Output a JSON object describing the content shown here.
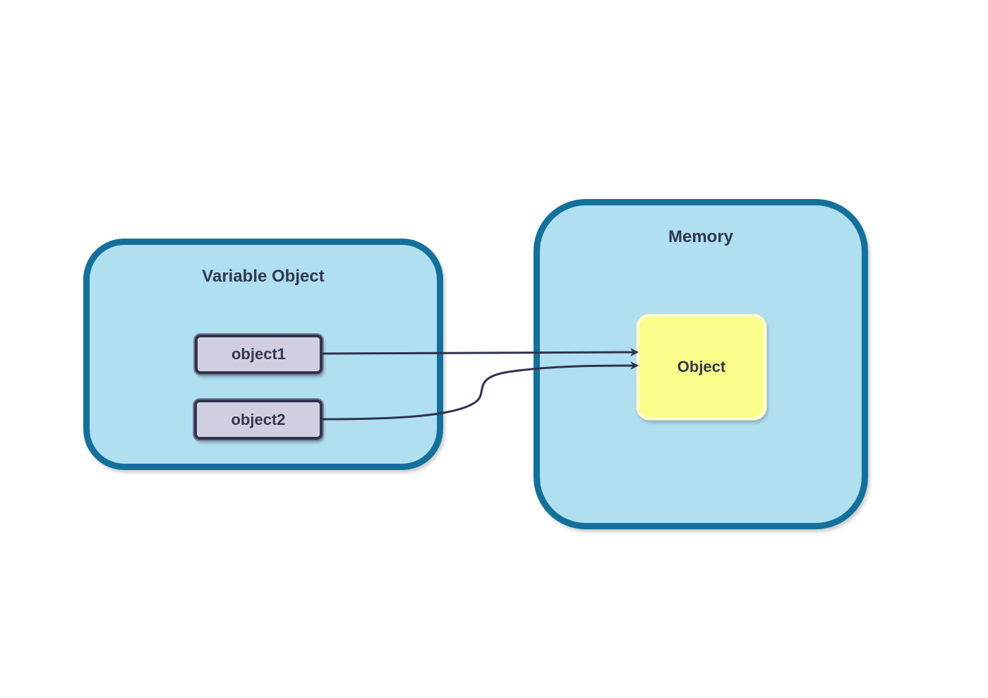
{
  "diagram": {
    "variable_container": {
      "title": "Variable Object",
      "items": [
        {
          "label": "object1"
        },
        {
          "label": "object2"
        }
      ]
    },
    "memory_container": {
      "title": "Memory",
      "object_label": "Object"
    }
  },
  "colors": {
    "container_fill": "#b0dff0",
    "container_border": "#13709b",
    "variable_box_fill": "#d0cfe2",
    "variable_box_border": "#30334c",
    "object_fill": "#fbfd8a",
    "text": "#33374d",
    "arrow": "#30334c"
  }
}
